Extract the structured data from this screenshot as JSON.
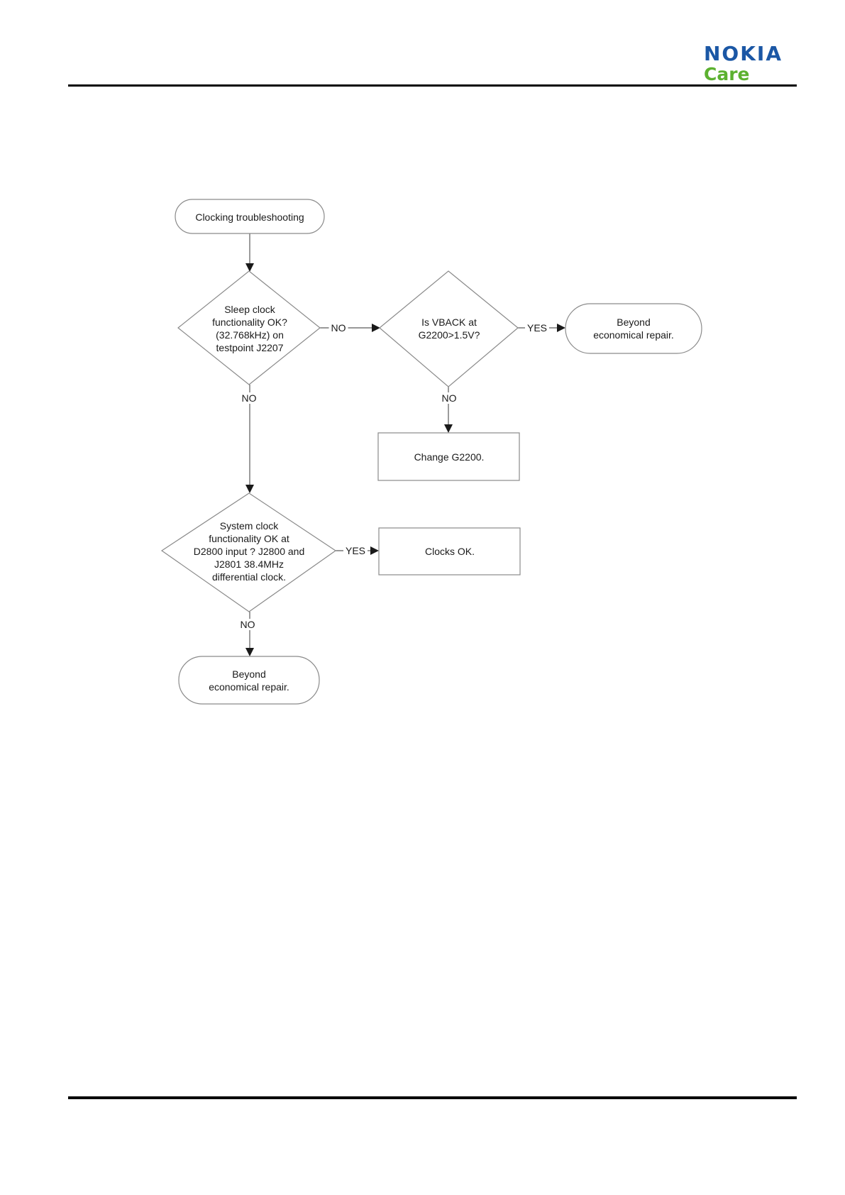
{
  "brand": {
    "name": "NOKIA",
    "sub": "Care"
  },
  "colors": {
    "nokia_blue": "#1b57a5",
    "care_green": "#5cb130",
    "shape_border": "#8a8a8a",
    "connector": "#5a5a5a"
  },
  "flowchart": {
    "start": {
      "label": "Clocking troubleshooting"
    },
    "decision_sleep_clock": {
      "lines": [
        "Sleep clock",
        "functionality OK?",
        "(32.768kHz) on",
        "testpoint J2207"
      ]
    },
    "decision_vback": {
      "lines": [
        "Is VBACK at",
        "G2200>1.5V?"
      ]
    },
    "decision_system_clock": {
      "lines": [
        "System clock",
        "functionality OK at",
        "D2800 input ? J2800 and",
        "J2801 38.4MHz",
        "differential clock."
      ]
    },
    "process_change_g2200": {
      "label": "Change G2200."
    },
    "process_clocks_ok": {
      "label": "Clocks OK."
    },
    "end_beyond_top": {
      "lines": [
        "Beyond",
        "economical repair."
      ]
    },
    "end_beyond_bottom": {
      "lines": [
        "Beyond",
        "economical repair."
      ]
    },
    "edge_labels": {
      "d1_right": "NO",
      "d1_down": "NO",
      "d2_right": "YES",
      "d2_down": "NO",
      "d3_right": "YES",
      "d3_down": "NO"
    }
  }
}
